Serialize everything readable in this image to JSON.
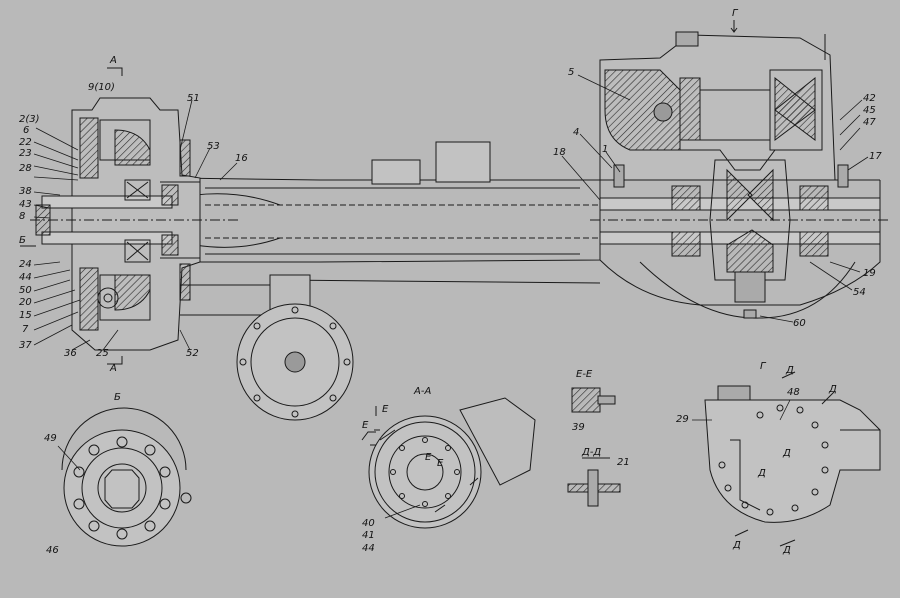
{
  "callouts": {
    "n_9_10": "9(10)",
    "n_2_3": "2(3)",
    "n_6": "6",
    "n_22": "22",
    "n_23": "23",
    "n_28": "28",
    "n_38": "38",
    "n_43": "43",
    "n_8": "8",
    "n_24": "24",
    "n_44": "44",
    "n_50": "50",
    "n_20": "20",
    "n_15": "15",
    "n_7": "7",
    "n_37": "37",
    "n_36": "36",
    "n_25": "25",
    "n_52": "52",
    "n_51": "51",
    "n_53": "53",
    "n_16": "16",
    "n_5": "5",
    "n_4": "4",
    "n_1": "1",
    "n_18": "18",
    "n_42": "42",
    "n_45": "45",
    "n_47": "47",
    "n_17": "17",
    "n_19": "19",
    "n_54": "54",
    "n_60": "60",
    "n_49": "49",
    "n_46": "46",
    "n_40": "40",
    "n_41": "41",
    "n_44b": "44",
    "n_39": "39",
    "n_21": "21",
    "n_29": "29",
    "n_48": "48"
  },
  "views": {
    "section_a_top": "А",
    "section_a_bottom": "А",
    "section_b_side": "Б",
    "view_b": "Б",
    "section_aa": "А-А",
    "section_ee": "Е-Е",
    "section_dd": "Д-Д",
    "view_g": "Г",
    "arrow_g": "Г",
    "e_mark1": "Е",
    "e_mark2": "Е",
    "e_mark3": "Е",
    "e_mark4": "Е",
    "d_mark1": "Д",
    "d_mark2": "Д",
    "d_mark3": "Д",
    "d_mark4": "Д",
    "d_mark5": "Д",
    "d_mark6": "Д"
  },
  "colors": {
    "background": "#b9b9b9",
    "line": "#1a1a1a",
    "hatch": "#3a3a3a",
    "light_fill": "#c9c9c9"
  }
}
